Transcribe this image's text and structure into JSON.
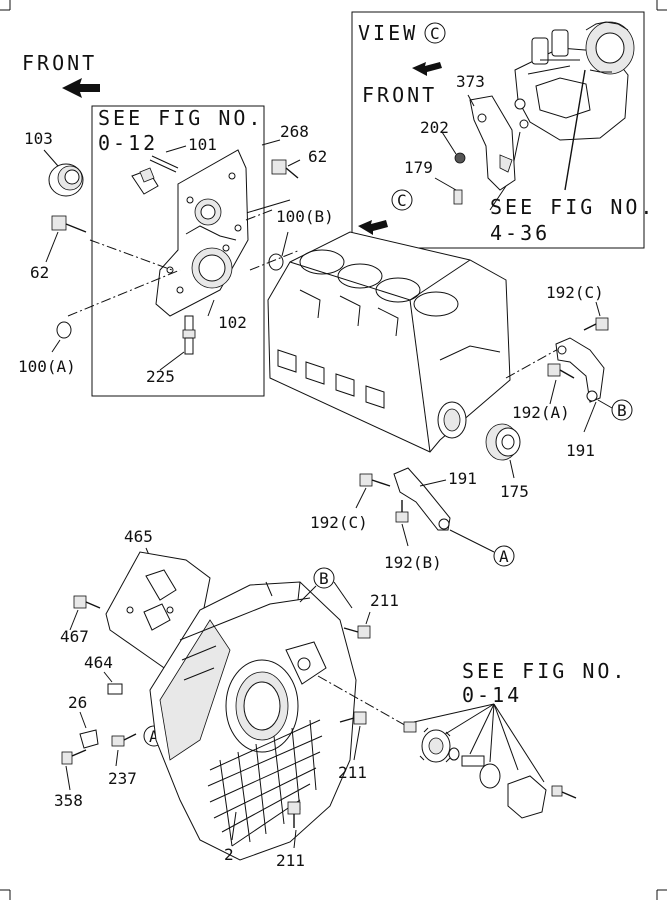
{
  "diagram": {
    "front_label_main": "FRONT",
    "view_c": {
      "title": "VIEW",
      "circle": "C",
      "front_label": "FRONT",
      "see_fig": "SEE FIG NO.",
      "see_fig_no": "4-36",
      "parts": [
        "373",
        "202",
        "179"
      ]
    },
    "timing_box": {
      "see_fig": "SEE FIG NO.",
      "see_fig_no": "0-12",
      "parts": [
        "101",
        "268",
        "62",
        "100(B)",
        "102",
        "225"
      ]
    },
    "circle_c_arrow": "C",
    "flywheel_see_fig": "SEE FIG NO.",
    "flywheel_see_fig_no": "0-14",
    "labels": {
      "p103": "103",
      "p62_left": "62",
      "p100a": "100(A)",
      "p192c_top": "192(C)",
      "p192a": "192(A)",
      "circle_b_right": "B",
      "p191_right": "191",
      "p175": "175",
      "p191_mid": "191",
      "p192c_mid": "192(C)",
      "p192b": "192(B)",
      "circle_a_mid": "A",
      "p465": "465",
      "circle_b_housing": "B",
      "p211_top": "211",
      "p467": "467",
      "p464": "464",
      "p26": "26",
      "circle_a_housing": "A",
      "p237": "237",
      "p358": "358",
      "p211_mid": "211",
      "p2": "2",
      "p211_bottom": "211"
    }
  }
}
